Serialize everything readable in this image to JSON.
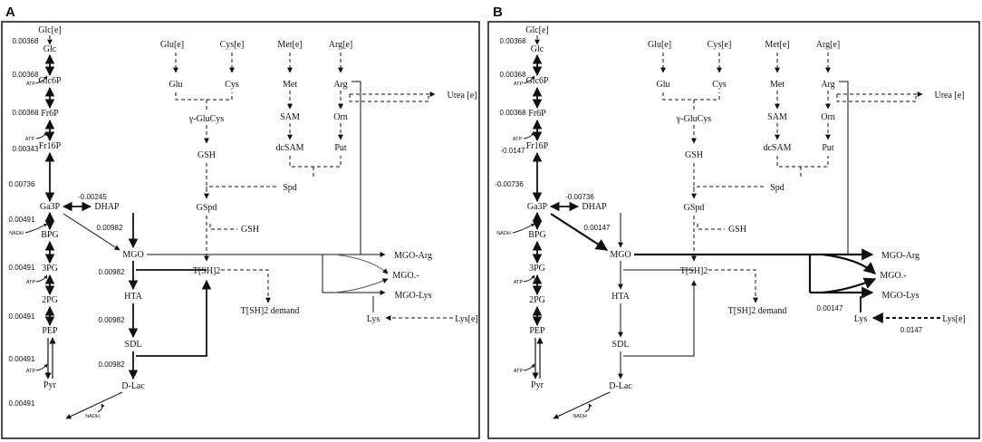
{
  "panels": [
    {
      "label": "A",
      "metabolites": {
        "glc_e": "Glc[e]",
        "glc": "Glc",
        "glc6p": "Glc6P",
        "fr6p": "Fr6P",
        "fr16p": "Fr16P",
        "ga3p": "Ga3P",
        "dhap": "DHAP",
        "bpg": "BPG",
        "pg3": "3PG",
        "pg2": "2PG",
        "pep": "PEP",
        "pyr": "Pyr",
        "mgo": "MGO",
        "hta": "HTA",
        "sdl": "SDL",
        "dlac": "D-Lac",
        "glu_e": "Glu[e]",
        "cys_e": "Cys[e]",
        "glu": "Glu",
        "cys": "Cys",
        "glucys": "γ-GluCys",
        "gsh": "GSH",
        "gspd": "GSpd",
        "gsh2": "GSH",
        "tsh2": "T[SH]2",
        "tsh2_demand": "T[SH]2 demand",
        "met_e": "Met[e]",
        "met": "Met",
        "sam": "SAM",
        "dcsam": "dcSAM",
        "spd": "Spd",
        "arg_e": "Arg[e]",
        "arg": "Arg",
        "orn": "Orn",
        "put": "Put",
        "urea_e": "Urea [e]",
        "mgo_arg": "MGO-Arg",
        "mgo_minus": "MGO.-",
        "mgo_lys": "MGO-Lys",
        "lys": "Lys",
        "lys_e": "Lys[e]"
      },
      "fluxes": {
        "glc_e": "0.00368",
        "glc": "0.00368",
        "glc6p": "0.00368",
        "fr6p": "0.00343",
        "fr16p": "0.00736",
        "tim": "-0.00245",
        "ga3p": "0.00491",
        "dhap_mgo": "0.00982",
        "bpg": "0.00491",
        "pg3": "0.00491",
        "pg2": "0.00491",
        "pep": "0.00491",
        "mgo_hta": "0.00982",
        "hta_sdl": "0.00982",
        "sdl_dlac": "0.00982"
      },
      "cofactors": {
        "atp1": "ATP",
        "atp2": "ATP",
        "nadh1": "NADH",
        "atp3": "ATP",
        "atp4": "ATP",
        "nadh2": "NADH"
      }
    },
    {
      "label": "B",
      "metabolites": {
        "glc_e": "Glc[e]",
        "glc": "Glc",
        "glc6p": "Glc6P",
        "fr6p": "Fr6P",
        "fr16p": "Fr16P",
        "ga3p": "Ga3P",
        "dhap": "DHAP",
        "bpg": "BPG",
        "pg3": "3PG",
        "pg2": "2PG",
        "pep": "PEP",
        "pyr": "Pyr",
        "mgo": "MGO",
        "hta": "HTA",
        "sdl": "SDL",
        "dlac": "D-Lac",
        "glu_e": "Glu[e]",
        "cys_e": "Cys[e]",
        "glu": "Glu",
        "cys": "Cys",
        "glucys": "γ-GluCys",
        "gsh": "GSH",
        "gspd": "GSpd",
        "gsh2": "GSH",
        "tsh2": "T[SH]2",
        "tsh2_demand": "T[SH]2 demand",
        "met_e": "Met[e]",
        "met": "Met",
        "sam": "SAM",
        "dcsam": "dcSAM",
        "spd": "Spd",
        "arg_e": "Arg[e]",
        "arg": "Arg",
        "orn": "Orn",
        "put": "Put",
        "urea_e": "Urea [e]",
        "mgo_arg": "MGO-Arg",
        "mgo_minus": "MGO.-",
        "mgo_lys": "MGO-Lys",
        "lys": "Lys",
        "lys_e": "Lys[e]"
      },
      "fluxes": {
        "glc_e": "0.00368",
        "glc": "0.00368",
        "glc6p": "0.00368",
        "fr6p": "-0.0147",
        "fr16p": "-0.00736",
        "tim": "-0.00736",
        "dhap_mgo": "0.00147",
        "mgo_lys": "0.00147",
        "lys": "0.0147"
      },
      "cofactors": {
        "atp1": "ATP",
        "atp2": "ATP",
        "nadh1": "NADH",
        "atp3": "ATP",
        "atp4": "ATP",
        "nadh2": "NADH"
      }
    }
  ]
}
